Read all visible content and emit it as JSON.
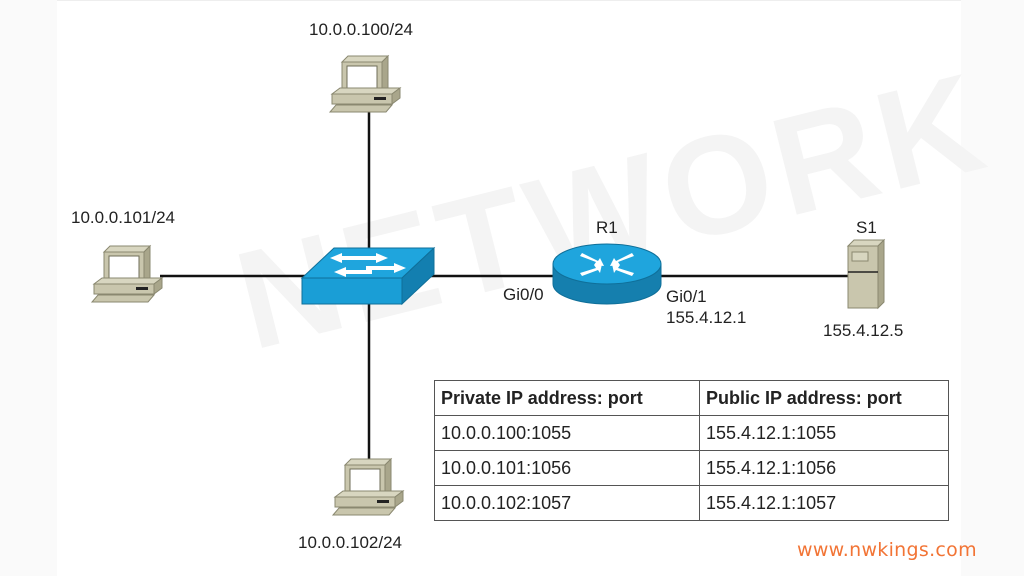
{
  "diagram": {
    "type": "network-topology",
    "title": "",
    "watermark_text": "NETWORK",
    "nodes": [
      {
        "id": "pc-100",
        "kind": "pc",
        "label": "10.0.0.100/24"
      },
      {
        "id": "pc-101",
        "kind": "pc",
        "label": "10.0.0.101/24"
      },
      {
        "id": "pc-102",
        "kind": "pc",
        "label": "10.0.0.102/24"
      },
      {
        "id": "switch",
        "kind": "switch",
        "label": ""
      },
      {
        "id": "r1",
        "kind": "router",
        "label": "R1"
      },
      {
        "id": "s1",
        "kind": "server",
        "label": "S1",
        "ip": "155.4.12.5"
      }
    ],
    "links": [
      {
        "from": "pc-100",
        "to": "switch"
      },
      {
        "from": "pc-101",
        "to": "switch"
      },
      {
        "from": "pc-102",
        "to": "switch"
      },
      {
        "from": "switch",
        "to": "r1",
        "to_interface": "Gi0/0"
      },
      {
        "from": "r1",
        "to": "s1",
        "from_interface": "Gi0/1",
        "from_ip": "155.4.12.1"
      }
    ],
    "interfaces": {
      "r1_inside": "Gi0/0",
      "r1_outside": "Gi0/1",
      "r1_outside_ip": "155.4.12.1"
    },
    "colors": {
      "device_blue": "#1a9ed6",
      "device_blue_dark": "#157fae",
      "pc_beige": "#c9c6ad",
      "link": "#111111",
      "brand": "#f27435"
    }
  },
  "nat_table": {
    "headers": [
      "Private IP address: port",
      "Public IP address: port"
    ],
    "rows": [
      [
        "10.0.0.100:1055",
        "155.4.12.1:1055"
      ],
      [
        "10.0.0.101:1056",
        "155.4.12.1:1056"
      ],
      [
        "10.0.0.102:1057",
        "155.4.12.1:1057"
      ]
    ]
  },
  "footer": {
    "website": "www.nwkings.com"
  }
}
